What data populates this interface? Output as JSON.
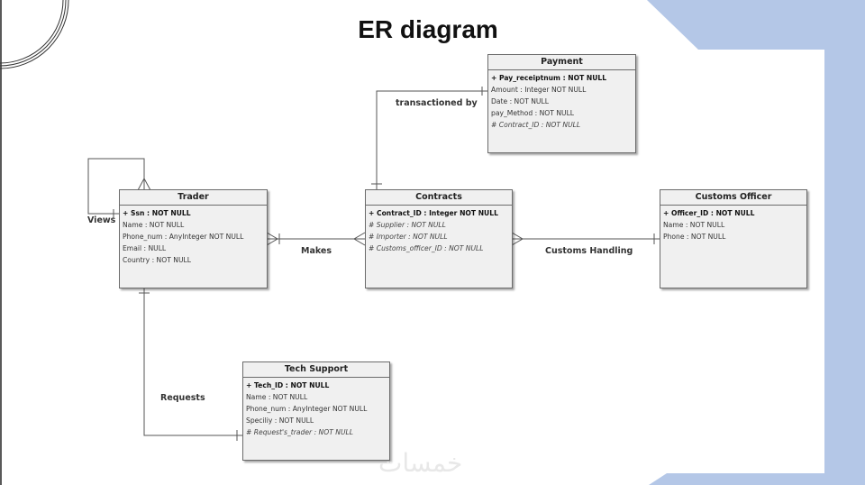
{
  "title": "ER diagram",
  "watermark": "خمسات",
  "entities": {
    "payment": {
      "name": "Payment",
      "attributes": [
        "+ Pay_receiptnum :  NOT NULL",
        "Amount : Integer NOT NULL",
        "Date :  NOT NULL",
        "pay_Method :  NOT NULL",
        "# Contract_ID :  NOT NULL"
      ]
    },
    "trader": {
      "name": "Trader",
      "attributes": [
        "+ Ssn :  NOT NULL",
        "Name :  NOT NULL",
        "Phone_num : AnyInteger NOT NULL",
        "Email :  NULL",
        "Country :  NOT NULL"
      ]
    },
    "contracts": {
      "name": "Contracts",
      "attributes": [
        "+ Contract_ID : Integer NOT NULL",
        "# Supplier :  NOT NULL",
        "# Importer :  NOT NULL",
        "# Customs_officer_ID :  NOT NULL"
      ]
    },
    "customs_officer": {
      "name": "Customs Officer",
      "attributes": [
        "+ Officer_ID :  NOT NULL",
        "Name :  NOT NULL",
        "Phone :  NOT NULL"
      ]
    },
    "tech_support": {
      "name": "Tech Support",
      "attributes": [
        "+ Tech_ID :  NOT NULL",
        "Name :  NOT NULL",
        "Phone_num : AnyInteger NOT NULL",
        "Speciliy :  NOT NULL",
        "# Request's_trader :  NOT NULL"
      ]
    }
  },
  "relationships": {
    "transactioned_by": "transactioned by",
    "views": "Views",
    "makes": "Makes",
    "customs_handling": "Customs Handling",
    "requests": "Requests"
  },
  "colors": {
    "accent_blue": "#b4c7e7",
    "entity_fill": "#f0f0f0",
    "line": "#555555"
  }
}
